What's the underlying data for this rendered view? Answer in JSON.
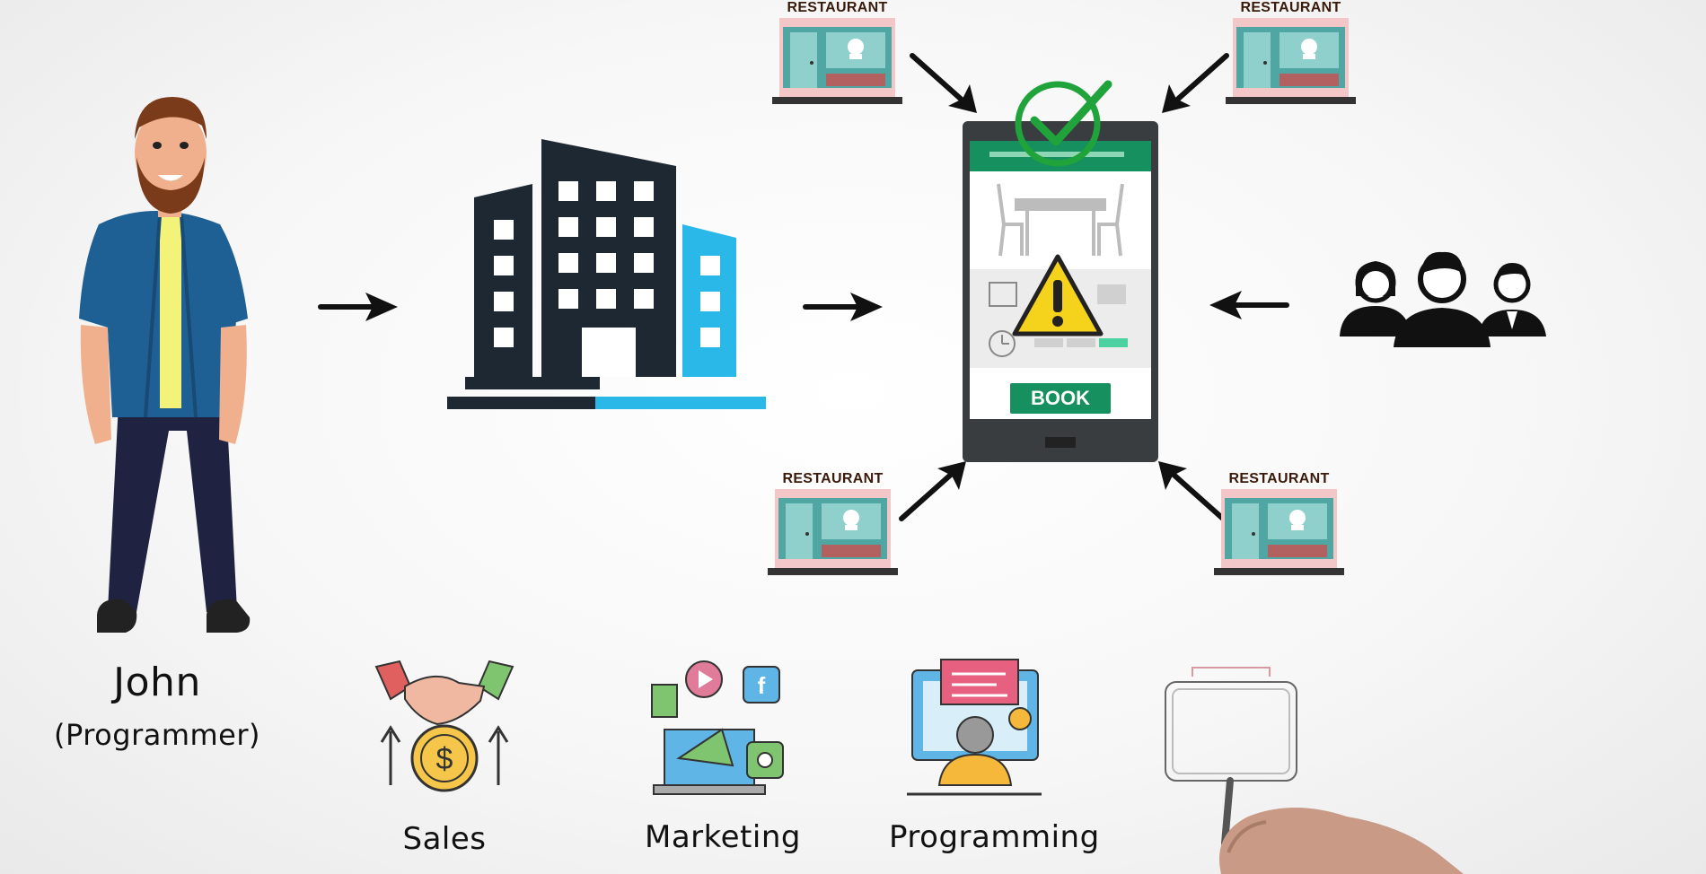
{
  "person": {
    "name": "John",
    "role": "(Programmer)"
  },
  "restaurants": [
    {
      "label": "RESTAURANT"
    },
    {
      "label": "RESTAURANT"
    },
    {
      "label": "RESTAURANT"
    },
    {
      "label": "RESTAURANT"
    }
  ],
  "phone": {
    "button_label": "BOOK"
  },
  "departments": [
    {
      "label": "Sales",
      "icon": "handshake-coin-icon"
    },
    {
      "label": "Marketing",
      "icon": "megaphone-laptop-icon"
    },
    {
      "label": "Programming",
      "icon": "developer-monitor-icon"
    },
    {
      "label": "",
      "icon": "unfinished-sketch-icon"
    }
  ],
  "colors": {
    "building_dark": "#1e2833",
    "building_accent": "#2ab8e8",
    "phone_green": "#16905e",
    "check_green": "#1fa33a",
    "warning_yellow": "#f5d21c",
    "restaurant_teal": "#4fa6a2"
  }
}
